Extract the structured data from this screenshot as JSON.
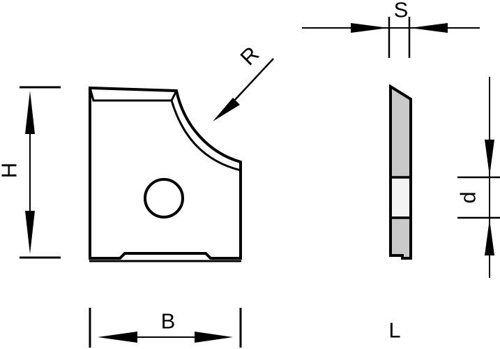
{
  "diagram": {
    "type": "technical-drawing",
    "description_labels": {
      "height": "H",
      "width": "B",
      "radius": "R",
      "thickness": "S",
      "bore_diameter": "d",
      "length": "L"
    },
    "colors": {
      "outline": "#000000",
      "body_fill": "#c9c9c9",
      "bevel_fill": "#e9e9e9",
      "bore_band_fill": "#f3f3f3",
      "bore_fill": "#ffffff",
      "background": "#ffffff"
    }
  }
}
